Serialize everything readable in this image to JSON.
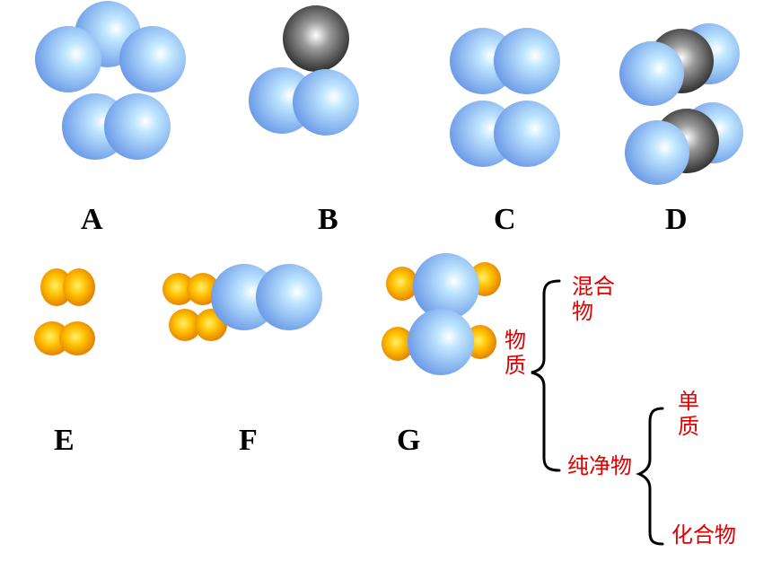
{
  "sample_labels": {
    "A": "A",
    "B": "B",
    "C": "C",
    "D": "D",
    "E": "E",
    "F": "F",
    "G": "G"
  },
  "classification": {
    "root_line1": "物",
    "root_line2": "质",
    "mixture_line1": "混合",
    "mixture_line2": "物",
    "pure": "纯净物",
    "element_line1": "单",
    "element_line2": "质",
    "compound": "化合物"
  },
  "colors": {
    "blue_atom": "#7aaaf0",
    "black_atom": "#333333",
    "yellow_atom": "#f0a000",
    "text_red": "#e00000",
    "bracket": "#000000"
  }
}
